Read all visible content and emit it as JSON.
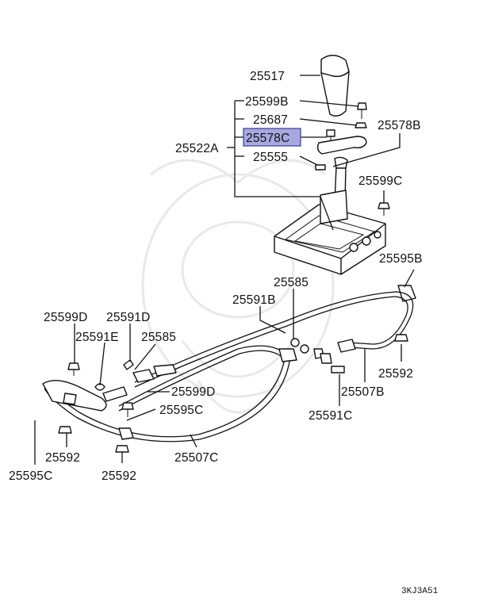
{
  "diagram_code": "3KJ3A51",
  "highlight_color": "#a8a8e0",
  "labels": {
    "l25517": "25517",
    "l25599B": "25599B",
    "l25687": "25687",
    "l25578C": "25578C",
    "l25578B": "25578B",
    "l25522A": "25522A",
    "l25555": "25555",
    "l25599C": "25599C",
    "l25595B_top": "25595B",
    "l25585_mid": "25585",
    "l25591B": "25591B",
    "l25599D_left": "25599D",
    "l25591D": "25591D",
    "l25591E": "25591E",
    "l25585_left": "25585",
    "l25599D_mid": "25599D",
    "l25595C_mid": "25595C",
    "l25592_right": "25592",
    "l25507B": "25507B",
    "l25591C": "25591C",
    "l25592_left": "25592",
    "l25595C_left": "25595C",
    "l25592_bottom": "25592",
    "l25507C": "25507C"
  }
}
